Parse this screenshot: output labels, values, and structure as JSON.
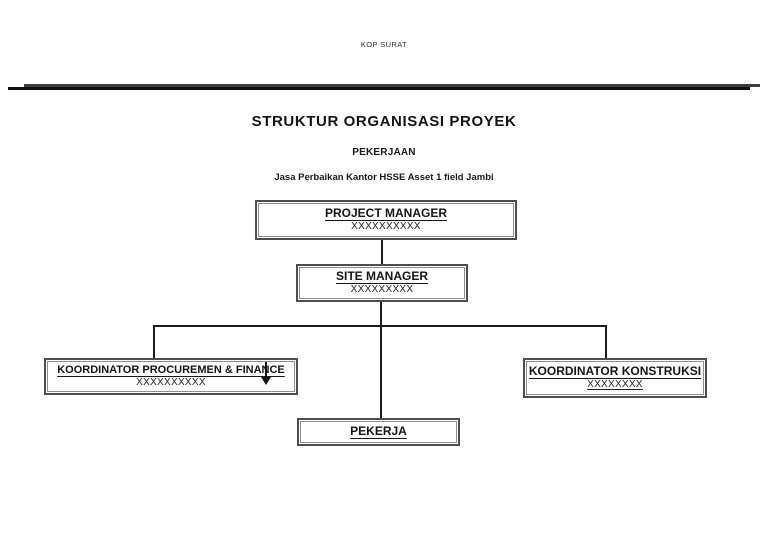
{
  "page": {
    "header_label": "KOP SURAT",
    "title": "STRUKTUR ORGANISASI PROYEK",
    "subtitle": "PEKERJAAN",
    "project_line": "Jasa Perbaikan Kantor HSSE Asset 1 field Jambi"
  },
  "org_chart": {
    "nodes": [
      {
        "id": "project-manager",
        "title": "PROJECT MANAGER",
        "placeholder": "XXXXXXXXXX"
      },
      {
        "id": "site-manager",
        "title": "SITE MANAGER",
        "placeholder": "XXXXXXXXX"
      },
      {
        "id": "koordinator-procuremen-finance",
        "title": "KOORDINATOR PROCUREMEN & FINANCE",
        "placeholder": "XXXXXXXXXX"
      },
      {
        "id": "koordinator-konstruksi",
        "title": "KOORDINATOR KONSTRUKSI",
        "placeholder": "XXXXXXXX"
      },
      {
        "id": "pekerja",
        "title": "PEKERJA"
      }
    ]
  },
  "colors": {
    "ink": "#1c1c1c",
    "box_border": "#4e4e4e",
    "background": "#ffffff"
  }
}
